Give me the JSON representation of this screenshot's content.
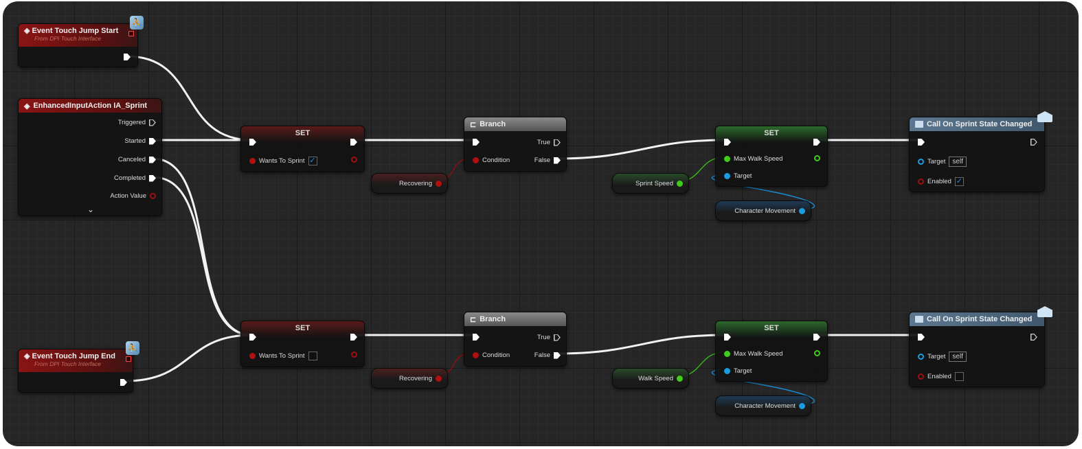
{
  "events": [
    {
      "title": "Event Touch Jump Start",
      "subtitle": "From DPI Touch Interface"
    },
    {
      "title": "Event Touch Jump End",
      "subtitle": "From DPI Touch Interface"
    }
  ],
  "input_action": {
    "title": "EnhancedInputAction IA_Sprint",
    "pins": [
      "Triggered",
      "Started",
      "Canceled",
      "Completed",
      "Action Value"
    ],
    "expand": "⌄"
  },
  "rows": [
    {
      "set_title": "SET",
      "set_var": "Wants To Sprint",
      "set_checked": "✓",
      "recovering": "Recovering",
      "branch": {
        "title": "Branch",
        "true": "True",
        "false": "False",
        "condition": "Condition"
      },
      "speed_var": "Sprint Speed",
      "set2_title": "SET",
      "max_walk": "Max Walk Speed",
      "target": "Target",
      "char_move": "Character Movement",
      "call": {
        "title": "Call On Sprint State Changed",
        "target": "Target",
        "target_value": "self",
        "enabled": "Enabled",
        "enabled_checked": "✓"
      }
    },
    {
      "set_title": "SET",
      "set_var": "Wants To Sprint",
      "set_checked": "",
      "recovering": "Recovering",
      "branch": {
        "title": "Branch",
        "true": "True",
        "false": "False",
        "condition": "Condition"
      },
      "speed_var": "Walk Speed",
      "set2_title": "SET",
      "max_walk": "Max Walk Speed",
      "target": "Target",
      "char_move": "Character Movement",
      "call": {
        "title": "Call On Sprint State Changed",
        "target": "Target",
        "target_value": "self",
        "enabled": "Enabled",
        "enabled_checked": ""
      }
    }
  ],
  "colors": {
    "exec": "#ffffff",
    "bool": "#a01010",
    "float": "#3fcc1a",
    "object": "#1a9de0"
  }
}
